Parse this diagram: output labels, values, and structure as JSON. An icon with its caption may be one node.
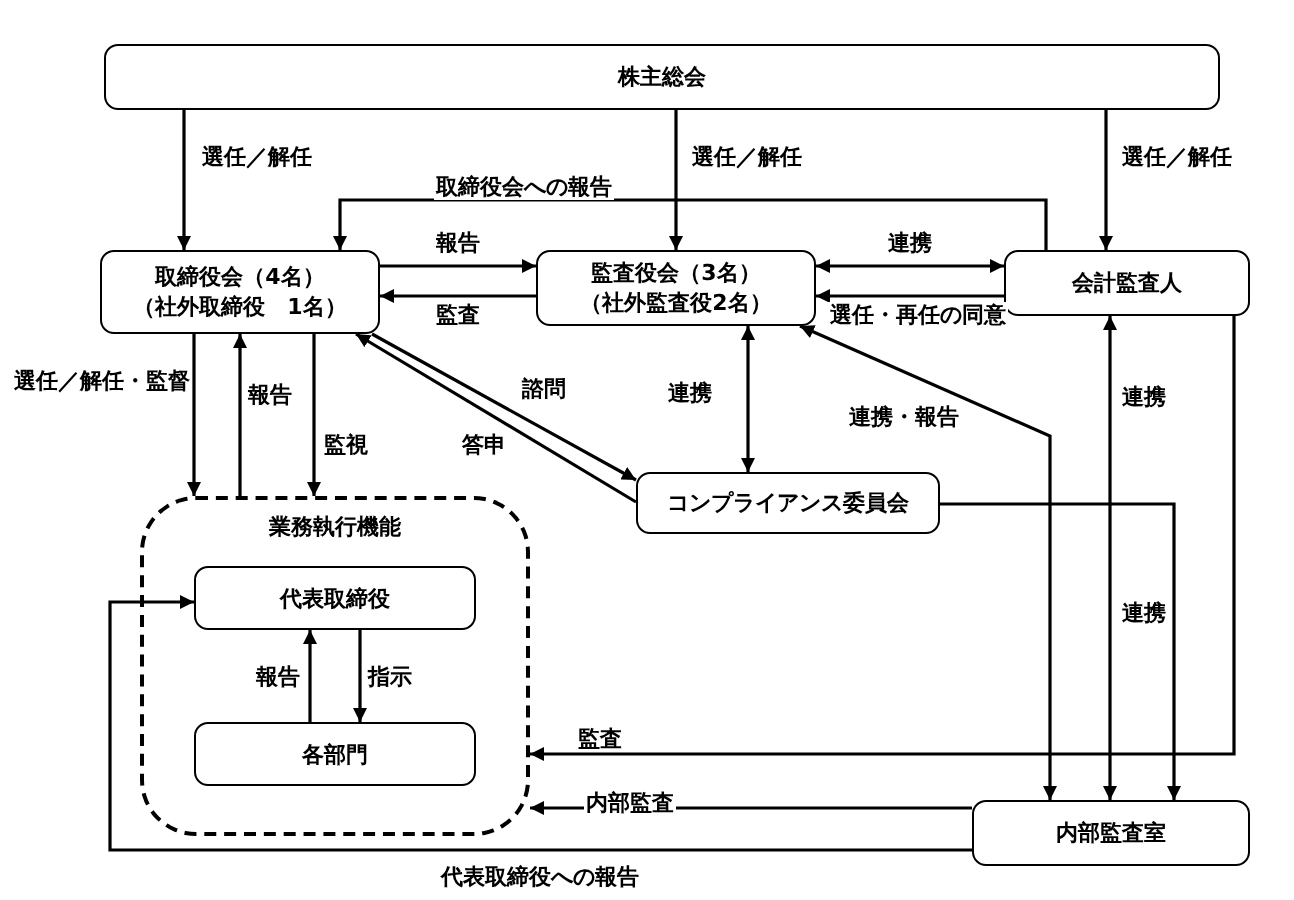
{
  "diagram": {
    "nodes": [
      {
        "text": [
          "株主総会"
        ]
      },
      {
        "text": [
          "取締役会（4名）",
          "（社外取締役　1名）"
        ]
      },
      {
        "text": [
          "監査役会（3名）",
          "（社外監査役2名）"
        ]
      },
      {
        "text": [
          "会計監査人"
        ]
      },
      {
        "text": [
          "コンプライアンス委員会"
        ]
      },
      {
        "text": [
          "業務執行機能"
        ]
      },
      {
        "text": [
          "代表取締役"
        ],
        "in": 5
      },
      {
        "text": [
          "各部門"
        ],
        "in": 5
      },
      {
        "text": [
          "内部監査室"
        ]
      }
    ],
    "edges": [
      {
        "from": 0,
        "to": 1,
        "arrow": "to",
        "label": "選任／解任"
      },
      {
        "from": 0,
        "to": 2,
        "arrow": "to",
        "label": "選任／解任"
      },
      {
        "from": 0,
        "to": 3,
        "arrow": "to",
        "label": "選任／解任"
      },
      {
        "from": 3,
        "to": 1,
        "arrow": "to",
        "label": "取締役会への報告"
      },
      {
        "from": 1,
        "to": 2,
        "arrow": "to",
        "label": "報告"
      },
      {
        "from": 2,
        "to": 1,
        "arrow": "to",
        "label": "監査"
      },
      {
        "from": 2,
        "to": 3,
        "arrow": "both",
        "label": "連携"
      },
      {
        "from": 3,
        "to": 2,
        "arrow": "to",
        "label": "選任・再任の同意"
      },
      {
        "from": 1,
        "to": 5,
        "arrow": "to",
        "label": "選任／解任・監督"
      },
      {
        "from": 5,
        "to": 1,
        "arrow": "to",
        "label": "報告"
      },
      {
        "from": 1,
        "to": 5,
        "arrow": "to",
        "label": "監視"
      },
      {
        "from": 1,
        "to": 4,
        "arrow": "to",
        "label": "諮問"
      },
      {
        "from": 4,
        "to": 1,
        "arrow": "to",
        "label": "答申"
      },
      {
        "from": 2,
        "to": 4,
        "arrow": "both",
        "label": "連携"
      },
      {
        "from": 8,
        "to": 2,
        "arrow": "both",
        "label": "連携・報告"
      },
      {
        "from": 3,
        "to": 8,
        "arrow": "both",
        "label": "連携"
      },
      {
        "from": 4,
        "to": 8,
        "arrow": "to"
      },
      {
        "from": 3,
        "to": 5,
        "arrow": "to",
        "label": "監査"
      },
      {
        "from": 8,
        "to": 5,
        "arrow": "to",
        "label": "内部監査"
      },
      {
        "from": 8,
        "to": 6,
        "arrow": "to",
        "label": "代表取締役への報告"
      },
      {
        "from": 6,
        "to": 7,
        "arrow": "to",
        "label": "指示"
      },
      {
        "from": 7,
        "to": 6,
        "arrow": "to",
        "label": "報告"
      }
    ],
    "labels": [
      "連携"
    ]
  }
}
